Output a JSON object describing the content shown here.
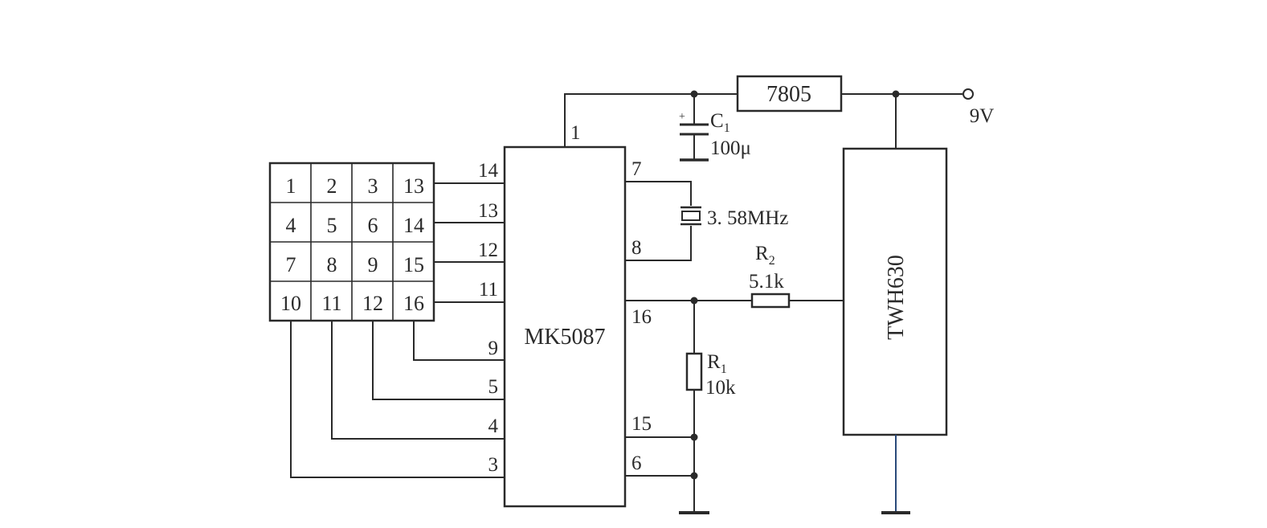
{
  "keypad": {
    "keys": [
      "1",
      "2",
      "3",
      "13",
      "4",
      "5",
      "6",
      "14",
      "7",
      "8",
      "9",
      "15",
      "10",
      "11",
      "12",
      "16"
    ]
  },
  "encoder": {
    "name": "MK5087",
    "pins": {
      "p1": "1",
      "p14": "14",
      "p13": "13",
      "p12": "12",
      "p11": "11",
      "p9": "9",
      "p5": "5",
      "p4": "4",
      "p3": "3",
      "p7": "7",
      "p8": "8",
      "p16": "16",
      "p15": "15",
      "p6": "6"
    }
  },
  "regulator": {
    "name": "7805"
  },
  "supply": {
    "voltage": "9V"
  },
  "capacitor": {
    "name": "C",
    "sub": "1",
    "value": "100μ",
    "polarity": "+"
  },
  "crystal": {
    "value": "3. 58MHz"
  },
  "resistor_r1": {
    "name": "R",
    "sub": "1",
    "value": "10k"
  },
  "resistor_r2": {
    "name": "R",
    "sub": "2",
    "value": "5.1k"
  },
  "transmitter": {
    "name": "TWH630"
  }
}
